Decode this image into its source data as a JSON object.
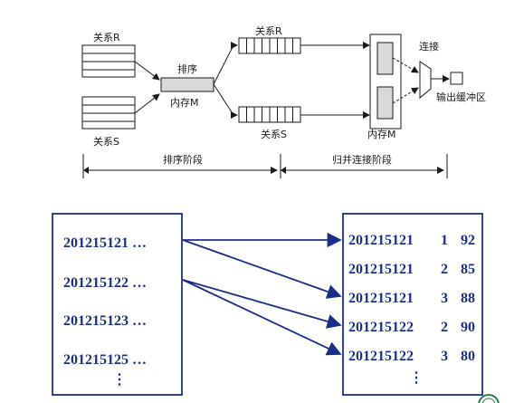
{
  "top_diagram": {
    "relation_r_label": "关系R",
    "relation_s_label": "关系S",
    "sort_label": "排序",
    "memory_label": "内存M",
    "sorted_r_label": "关系R",
    "sorted_s_label": "关系S",
    "merge_memory_label": "内存M",
    "join_label": "连接",
    "output_buffer_label": "输出缓冲区",
    "sort_phase_label": "排序阶段",
    "merge_phase_label": "归并连接阶段"
  },
  "left_table": {
    "rows": [
      "201215121 …",
      "201215122 …",
      "201215123 …",
      "201215125 …"
    ],
    "ellipsis": "⋮"
  },
  "right_table": {
    "rows": [
      {
        "id": "201215121",
        "course": "1",
        "grade": "92"
      },
      {
        "id": "201215121",
        "course": "2",
        "grade": "85"
      },
      {
        "id": "201215121",
        "course": "3",
        "grade": "88"
      },
      {
        "id": "201215122",
        "course": "2",
        "grade": "90"
      },
      {
        "id": "201215122",
        "course": "3",
        "grade": "80"
      }
    ],
    "ellipsis": "⋮"
  },
  "colors": {
    "table_border": "#1b2f8a",
    "table_text": "#1b2f8a",
    "memory_fill": "#d9d9d9"
  }
}
